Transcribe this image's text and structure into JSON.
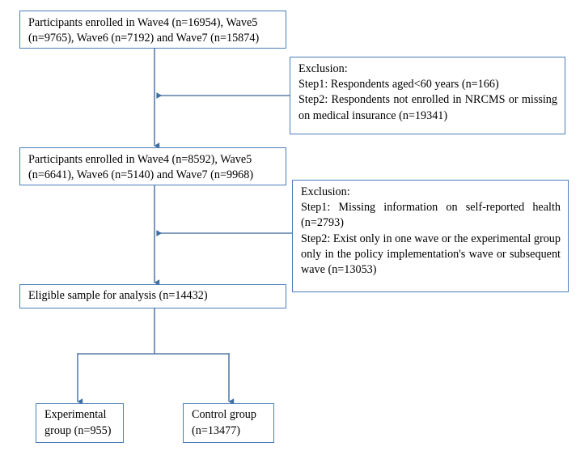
{
  "figure": {
    "type": "flowchart",
    "orientation": "top-to-bottom",
    "accent_color": "#4a7ebb",
    "connector_color": "#5b7fa8",
    "background": "#ffffff"
  },
  "nodes": {
    "enrolled_all": {
      "line1": "Participants enrolled in Wave4 (n=16954), Wave5",
      "line2": "(n=9765), Wave6 (n=7192) and Wave7 (n=15874)"
    },
    "exclusion_1": {
      "line1": "Exclusion:",
      "line2": "Step1: Respondents aged<60 years (n=166)",
      "line3": "Step2: Respondents not enrolled in NRCMS or missing on medical insurance (n=19341)"
    },
    "enrolled_60": {
      "line1": "Participants enrolled in Wave4 (n=8592), Wave5",
      "line2": "(n=6641), Wave6 (n=5140) and Wave7 (n=9968)"
    },
    "exclusion_2": {
      "line1": "Exclusion:",
      "line2": "Step1: Missing information on self-reported health (n=2793)",
      "line3": "Step2: Exist only in one wave or the experimental group only in the policy implementation's wave or subsequent wave (n=13053)"
    },
    "eligible": {
      "line1": "Eligible sample for analysis (n=14432)"
    },
    "experimental": {
      "line1": "Experimental",
      "line2": "group (n=955)"
    },
    "control": {
      "line1": "Control  group",
      "line2": "(n=13477)"
    }
  },
  "connectors": [
    {
      "name": "enrolled-all-to-enrolled-60",
      "kind": "vertical-arrow",
      "from": "enrolled_all",
      "to": "enrolled_60"
    },
    {
      "name": "exclusion-1-to-trunk",
      "kind": "horizontal-arrow-left",
      "from": "exclusion_1",
      "to": "enrolled-all-to-enrolled-60"
    },
    {
      "name": "enrolled-60-to-eligible",
      "kind": "vertical-arrow",
      "from": "enrolled_60",
      "to": "eligible"
    },
    {
      "name": "exclusion-2-to-trunk",
      "kind": "horizontal-arrow-left",
      "from": "exclusion_2",
      "to": "enrolled-60-to-eligible"
    },
    {
      "name": "eligible-to-split",
      "kind": "vertical-then-split",
      "from": "eligible",
      "to": [
        "experimental",
        "control"
      ]
    }
  ]
}
